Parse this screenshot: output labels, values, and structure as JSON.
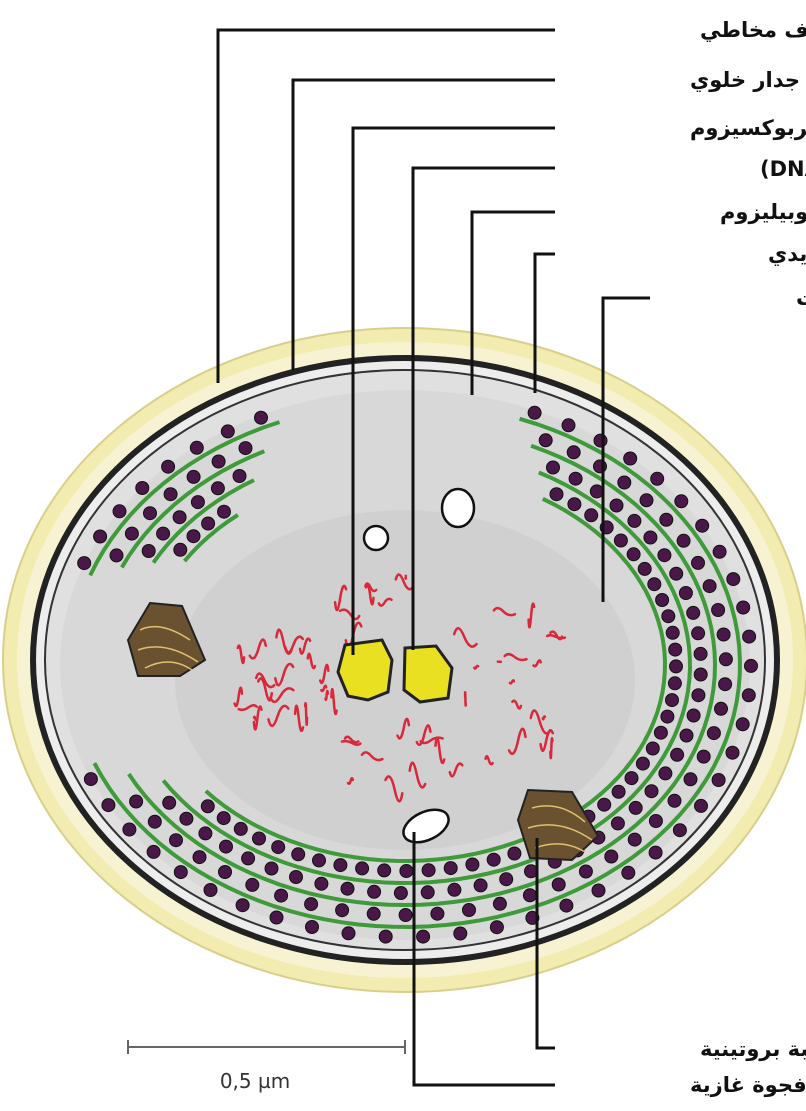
{
  "labels": {
    "mucilage_sheath": "غلاف مخاطي",
    "cell_wall": "جدار خلوي",
    "carboxysome": "كربوكسيزوم",
    "nuclear_material": "مادة نووية ( DNA)",
    "phycobilisome": "فيكوبيليزوم",
    "thylakoid_membrane": "غشاء ثايلاكويدي",
    "ribosomes": "رايبوزومات",
    "protein_granule": "حبيبة بروتينية",
    "gas_vacuole": "فجوة غازية"
  },
  "scale_bar": {
    "label": "0,5 µm"
  },
  "colors": {
    "sheath": "#f2ecb0",
    "cytoplasm": "#d8d8d8",
    "thylakoid": "#3f9a3a",
    "ribosome": "#4a1848",
    "dna": "#d8283a",
    "carboxysome": "#e8e020",
    "protein_granule": "#6a5230"
  }
}
